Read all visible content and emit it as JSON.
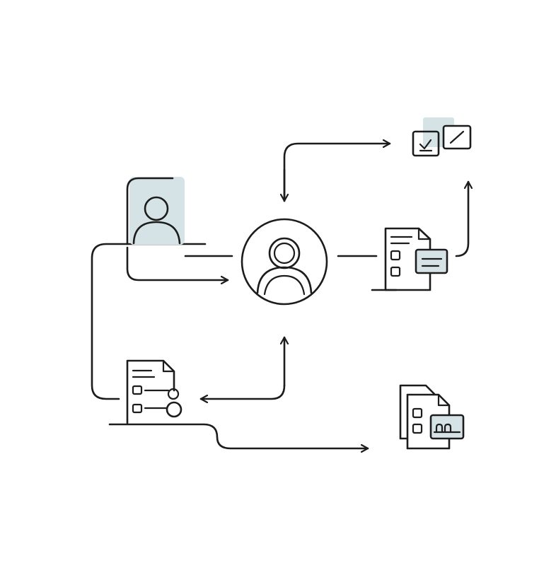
{
  "diagram": {
    "nodes": [
      {
        "id": "user-profile-card",
        "icon": "user-profile-icon"
      },
      {
        "id": "central-user",
        "icon": "user-circle-icon"
      },
      {
        "id": "form-with-message",
        "icon": "document-message-icon"
      },
      {
        "id": "checkbox-windows",
        "icon": "checkbox-window-icon"
      },
      {
        "id": "form-with-node",
        "icon": "document-node-icon"
      },
      {
        "id": "documents-stack",
        "icon": "document-stack-icon"
      }
    ],
    "edges": [
      {
        "from": "user-profile-card",
        "to": "central-user"
      },
      {
        "from": "central-user",
        "to": "checkbox-windows"
      },
      {
        "from": "central-user",
        "to": "form-with-message"
      },
      {
        "from": "form-with-message",
        "to": "checkbox-windows"
      },
      {
        "from": "form-with-node",
        "to": "central-user"
      },
      {
        "from": "form-with-node",
        "to": "documents-stack"
      }
    ]
  },
  "colors": {
    "stroke": "#1c1c1c",
    "accent_fill": "#d6e3e6",
    "background": "#ffffff"
  }
}
